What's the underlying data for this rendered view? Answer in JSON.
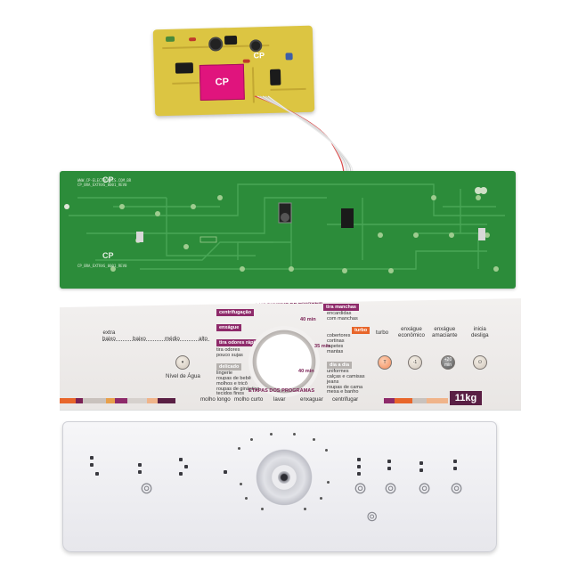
{
  "yellow_board": {
    "logo": "CP"
  },
  "green_board": {
    "logo": "CP",
    "silkscreen_lines": [
      "WWW.CP-ELECTRONICS.COM.BR",
      "CP_BRA_EXTRAS_0001_REV0"
    ]
  },
  "panel": {
    "header_programs": "PROGRAMAS DE LAVAGEM",
    "footer_steps": "ETAPAS DOS PROGRAMAS",
    "water_level": {
      "labels": [
        "extra\nbaixo",
        "baixo",
        "médio",
        "alto"
      ],
      "button_caption": "Nível de Água"
    },
    "program_tags": {
      "centrifugacao": "centrifugação",
      "enxague": "enxágue",
      "tira_manchas": "tira manchas",
      "turbo": "turbo",
      "delicado": "delicado",
      "dia_a_dia": "dia a dia",
      "tira_odores_rapido": "tira odores rápido"
    },
    "program_texts": {
      "encardidas": "encardidas\ncom manchas",
      "cobertores": "cobertores\ncortinas\ntapetes\nmantas",
      "tira_odores": "tira odores\npouco sujas",
      "lingerie": "lingerie\nroupas de bebê\nmolhos e tricô\nroupas de ginástica\ntecidos finos",
      "uniformes": "uniformes\ncalças e camisas\njeans\nroupas de cama\nmesa e banho"
    },
    "dial_minutes": [
      "40 min",
      "35 min",
      "40 min"
    ],
    "function_buttons": [
      {
        "caption": "turbo",
        "symbol": "T",
        "style": "orange"
      },
      {
        "caption": "enxágue\neconômico",
        "symbol": "-1",
        "style": "light"
      },
      {
        "caption": "enxágue\namaciante",
        "symbol": "+20\nmin",
        "style": "dark"
      },
      {
        "caption": "inicia\ndesliga",
        "symbol": "⏻",
        "style": "light"
      }
    ],
    "steps": [
      "molho longo",
      "molho curto",
      "lavar",
      "enxaguar",
      "centrifugar"
    ],
    "capacity": "11kg",
    "colors": {
      "plum": "#7a2155",
      "orange": "#e8662b",
      "stripe_colors": [
        "#e8662b",
        "#7a2155",
        "#c9c2bd",
        "#e8a04b",
        "#8e2a6a",
        "#d6d1cd",
        "#f0b48a",
        "#5a1f44"
      ]
    }
  },
  "bezel": {
    "swirl_icons": [
      "swirl",
      "swirl",
      "swirl",
      "swirl",
      "swirl",
      "swirl",
      "swirl"
    ]
  }
}
